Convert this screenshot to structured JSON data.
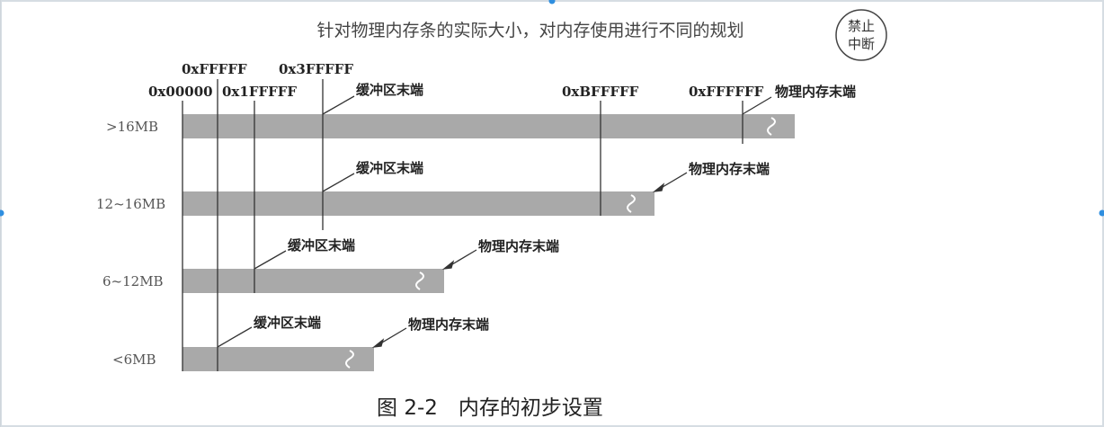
{
  "title": "针对物理内存条的实际大小，对内存使用进行不同的规划",
  "stamp": {
    "line1": "禁止",
    "line2": "中断"
  },
  "addresses": {
    "a0": "0x00000",
    "a1": "0xFFFFF",
    "a2": "0x1FFFFF",
    "a3": "0x3FFFFF",
    "a4": "0xBFFFFF",
    "a5": "0xFFFFFF"
  },
  "rows": [
    {
      "size": ">16MB",
      "buffer_label": "缓冲区末端",
      "end_label": "物理内存末端"
    },
    {
      "size": "12~16MB",
      "buffer_label": "缓冲区末端",
      "end_label": "物理内存末端"
    },
    {
      "size": "6~12MB",
      "buffer_label": "缓冲区末端",
      "end_label": "物理内存末端"
    },
    {
      "size": "<6MB",
      "buffer_label": "缓冲区末端",
      "end_label": "物理内存末端"
    }
  ],
  "caption": "图 2-2　内存的初步设置",
  "colors": {
    "bar": "#a9a9a9",
    "line": "#333333",
    "frame": "#d6dde3",
    "handle": "#2f8fe0"
  }
}
